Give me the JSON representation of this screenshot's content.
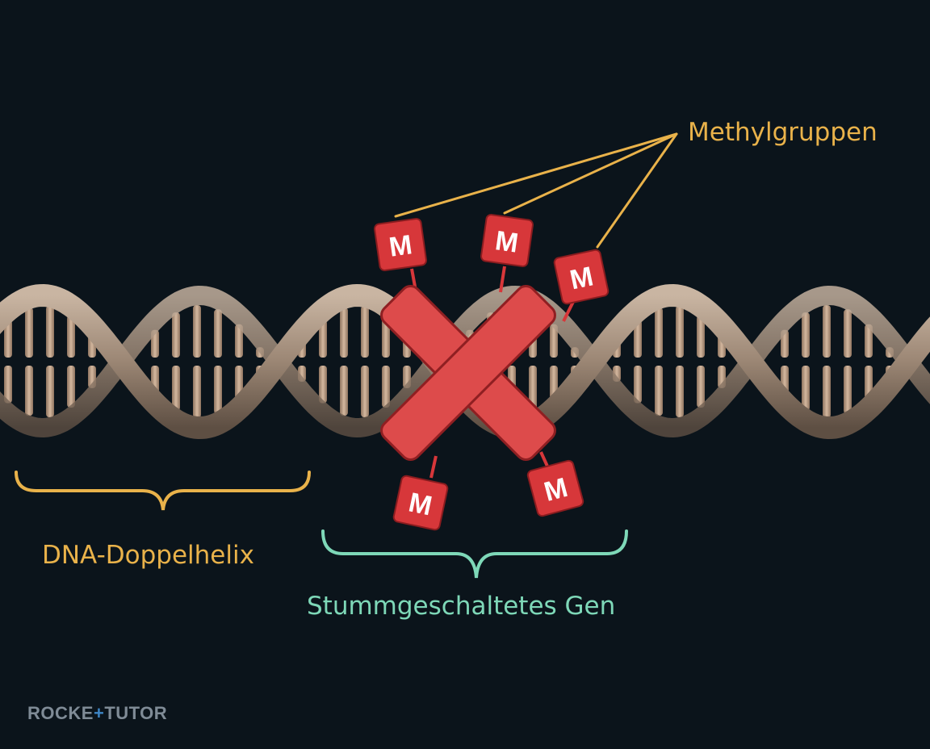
{
  "labels": {
    "methyl_groups": "Methylgruppen",
    "dna_helix": "DNA-Doppelhelix",
    "silenced_gene": "Stummgeschaltetes Gen"
  },
  "methyl_tag_letter": "M",
  "logo": {
    "part1": "ROCKE",
    "plus": "+",
    "part2": "TUTOR"
  },
  "colors": {
    "background": "#0b141b",
    "dna_strand": "#9b8674",
    "base_pairs": "#c4a78f",
    "accent_orange": "#e9b24a",
    "accent_green": "#7ed8b8",
    "cross_red": "#dd4b4b",
    "tag_red": "#d7373a",
    "logo_blue": "#3d86c6"
  },
  "icons": {
    "silencing_mark": "red-x-icon",
    "methyl_tag": "methyl-tag-icon"
  }
}
